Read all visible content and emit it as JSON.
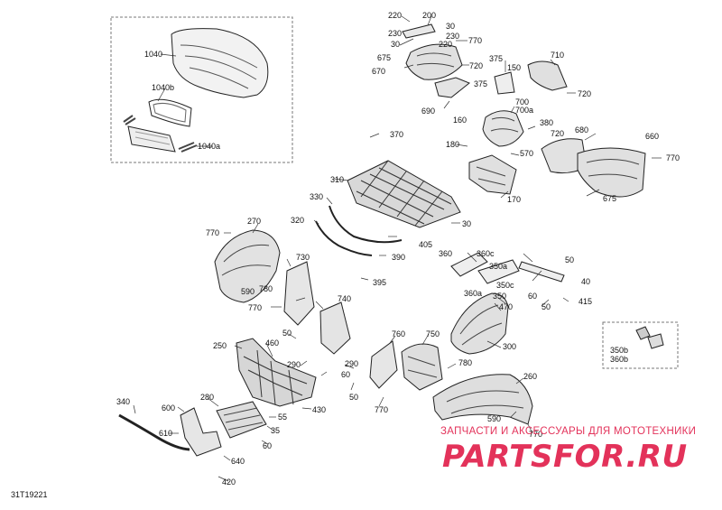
{
  "diagram": {
    "drawing_code": "31T19221",
    "watermark_line1": "ЗАПЧАСТИ И АКСЕССУАРЫ ДЛЯ МОТОТЕХНИКИ",
    "watermark_logo": "PARTSFOR.RU",
    "labels": [
      {
        "id": "l1040",
        "text": "1040"
      },
      {
        "id": "l1040b",
        "text": "1040b"
      },
      {
        "id": "l1040a",
        "text": "1040a"
      },
      {
        "id": "l220a",
        "text": "220"
      },
      {
        "id": "l200",
        "text": "200"
      },
      {
        "id": "l30a",
        "text": "30"
      },
      {
        "id": "l230a",
        "text": "230"
      },
      {
        "id": "l230b",
        "text": "230"
      },
      {
        "id": "l30b",
        "text": "30"
      },
      {
        "id": "l220b",
        "text": "220"
      },
      {
        "id": "l770a",
        "text": "770"
      },
      {
        "id": "l675a",
        "text": "675"
      },
      {
        "id": "l720a",
        "text": "720"
      },
      {
        "id": "l670",
        "text": "670"
      },
      {
        "id": "l375a",
        "text": "375"
      },
      {
        "id": "l150",
        "text": "150"
      },
      {
        "id": "l710",
        "text": "710"
      },
      {
        "id": "l375b",
        "text": "375"
      },
      {
        "id": "l720b",
        "text": "720"
      },
      {
        "id": "l690",
        "text": "690"
      },
      {
        "id": "l700",
        "text": "700"
      },
      {
        "id": "l700a",
        "text": "700a"
      },
      {
        "id": "l160",
        "text": "160"
      },
      {
        "id": "l380",
        "text": "380"
      },
      {
        "id": "l720c",
        "text": "720"
      },
      {
        "id": "l680",
        "text": "680"
      },
      {
        "id": "l660",
        "text": "660"
      },
      {
        "id": "l370",
        "text": "370"
      },
      {
        "id": "l180",
        "text": "180"
      },
      {
        "id": "l570",
        "text": "570"
      },
      {
        "id": "l770b",
        "text": "770"
      },
      {
        "id": "l310",
        "text": "310"
      },
      {
        "id": "l170",
        "text": "170"
      },
      {
        "id": "l675b",
        "text": "675"
      },
      {
        "id": "l330",
        "text": "330"
      },
      {
        "id": "l30c",
        "text": "30"
      },
      {
        "id": "l320",
        "text": "320"
      },
      {
        "id": "l270",
        "text": "270"
      },
      {
        "id": "l405",
        "text": "405"
      },
      {
        "id": "l770c",
        "text": "770"
      },
      {
        "id": "l390",
        "text": "390"
      },
      {
        "id": "l360",
        "text": "360"
      },
      {
        "id": "l360c",
        "text": "360c"
      },
      {
        "id": "l730",
        "text": "730"
      },
      {
        "id": "l350a",
        "text": "350a"
      },
      {
        "id": "l50a",
        "text": "50"
      },
      {
        "id": "l40",
        "text": "40"
      },
      {
        "id": "l395",
        "text": "395"
      },
      {
        "id": "l590a",
        "text": "590"
      },
      {
        "id": "l780a",
        "text": "780"
      },
      {
        "id": "l350c",
        "text": "350c"
      },
      {
        "id": "l360a",
        "text": "360a"
      },
      {
        "id": "l350",
        "text": "350"
      },
      {
        "id": "l60a",
        "text": "60"
      },
      {
        "id": "l415",
        "text": "415"
      },
      {
        "id": "l740",
        "text": "740"
      },
      {
        "id": "l470",
        "text": "470"
      },
      {
        "id": "l50b",
        "text": "50"
      },
      {
        "id": "l770d",
        "text": "770"
      },
      {
        "id": "l50c",
        "text": "50"
      },
      {
        "id": "l760",
        "text": "760"
      },
      {
        "id": "l750",
        "text": "750"
      },
      {
        "id": "l350b",
        "text": "350b"
      },
      {
        "id": "l360b",
        "text": "360b"
      },
      {
        "id": "l250",
        "text": "250"
      },
      {
        "id": "l460",
        "text": "460"
      },
      {
        "id": "l300",
        "text": "300"
      },
      {
        "id": "l290a",
        "text": "290"
      },
      {
        "id": "l290b",
        "text": "290"
      },
      {
        "id": "l780b",
        "text": "780"
      },
      {
        "id": "l60b",
        "text": "60"
      },
      {
        "id": "l260",
        "text": "260"
      },
      {
        "id": "l50d",
        "text": "50"
      },
      {
        "id": "l340",
        "text": "340"
      },
      {
        "id": "l280",
        "text": "280"
      },
      {
        "id": "l600",
        "text": "600"
      },
      {
        "id": "l430",
        "text": "430"
      },
      {
        "id": "l770e",
        "text": "770"
      },
      {
        "id": "l55",
        "text": "55"
      },
      {
        "id": "l590b",
        "text": "590"
      },
      {
        "id": "l35",
        "text": "35"
      },
      {
        "id": "l610",
        "text": "610"
      },
      {
        "id": "l60c",
        "text": "60"
      },
      {
        "id": "l770f",
        "text": "770"
      },
      {
        "id": "l640",
        "text": "640"
      },
      {
        "id": "l420",
        "text": "420"
      }
    ]
  }
}
